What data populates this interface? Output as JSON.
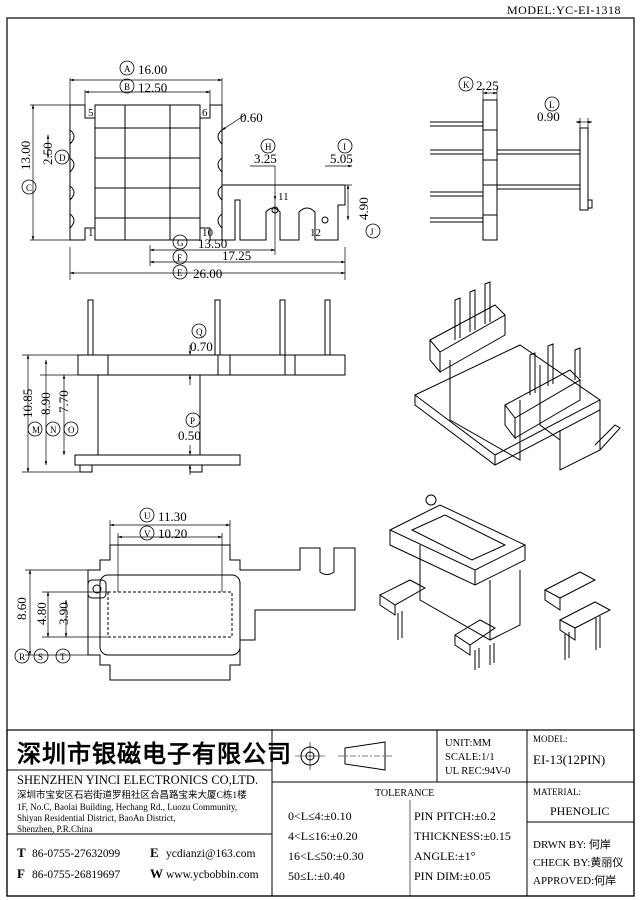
{
  "model_tag": "MODEL:YC-EI-1318",
  "top_view": {
    "dims": {
      "A": "16.00",
      "B": "12.50",
      "C": "13.00",
      "D": "2.50",
      "E": "26.00",
      "F": "17.25",
      "G": "13.50",
      "H": "3.25",
      "I": "5.05",
      "J": "4.90",
      "K": "2.25",
      "L": "0.90",
      "radius": "0.60"
    },
    "pins": {
      "p1": "1",
      "p5": "5",
      "p6": "6",
      "p10": "10",
      "p11": "11",
      "p12": "12"
    }
  },
  "front_view": {
    "dims": {
      "M": "10.85",
      "N": "8.90",
      "O": "7.70",
      "P": "0.50",
      "Q": "0.70"
    }
  },
  "bottom_view": {
    "dims": {
      "R": "8.60",
      "S": "4.80",
      "T": "3.90",
      "U": "11.30",
      "V": "10.20"
    }
  },
  "title_block": {
    "company_cn": "深圳市银磁电子有限公司",
    "company_en": "SHENZHEN YINCI ELECTRONICS CO,LTD.",
    "address_cn": "深圳市宝安区石岩街道罗租社区合昌路宝来大厦C栋1楼",
    "address_en": [
      "1F, No.C, Baolai Building, Hechang Rd., Luozu Community,",
      "Shiyan Residential District, BaoAn District,",
      "Shenzhen, P.R.China"
    ],
    "contacts": {
      "tel_label": "T",
      "tel": "86-0755-27632099",
      "fax_label": "F",
      "fax": "86-0755-26819697",
      "email_label": "E",
      "email": "ycdianzi@163.com",
      "web_label": "W",
      "web": "www.ycbobbin.com"
    },
    "unit": "UNIT:MM",
    "scale": "SCALE:1/1",
    "ul": "UL REC:94V-0",
    "model_label": "MODEL:",
    "model_value": "EI-13(12PIN)",
    "material_label": "MATERIAL:",
    "material_value": "PHENOLIC",
    "tolerance_title": "TOLERANCE",
    "tolerance_left": [
      "0<L≤4:±0.10",
      "4<L≤16:±0.20",
      "16<L≤50:±0.30",
      "50≤L:±0.40"
    ],
    "tolerance_right": [
      "PIN PITCH:±0.2",
      "THICKNESS:±0.15",
      "ANGLE:±1°",
      "PIN DIM:±0.05"
    ],
    "drawn_by": "DRWN BY: 何岸",
    "check_by": "CHECK BY:黄丽仪",
    "approved": "APPROVED:何岸"
  }
}
